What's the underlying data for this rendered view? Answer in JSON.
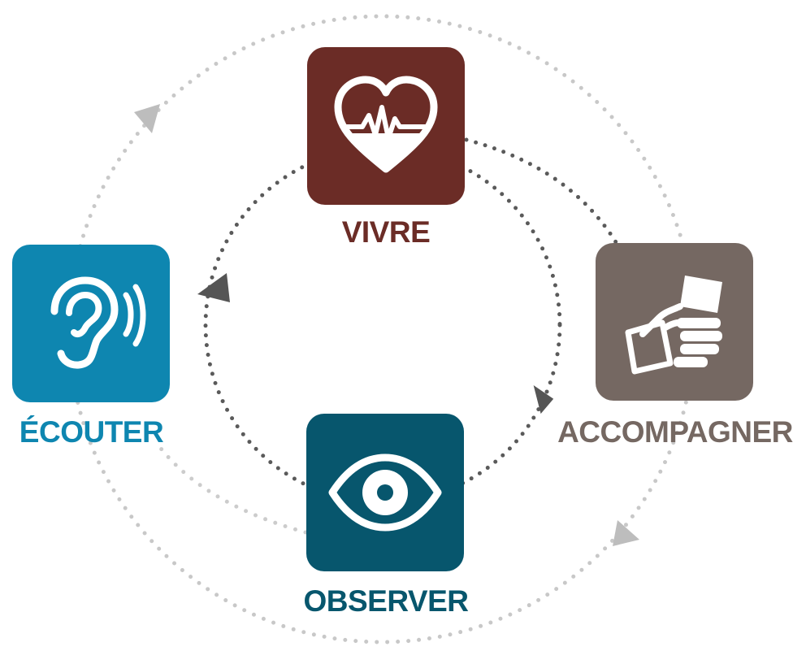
{
  "steps": {
    "vivre": {
      "label": "VIVRE",
      "color": "#6b2c26",
      "icon": "heart-pulse-icon"
    },
    "ecouter": {
      "label": "ÉCOUTER",
      "color": "#0e86b0",
      "icon": "ear-icon"
    },
    "accompagner": {
      "label": "ACCOMPAGNER",
      "color": "#756862",
      "icon": "handshake-icon"
    },
    "observer": {
      "label": "OBSERVER",
      "color": "#07566d",
      "icon": "eye-icon"
    }
  },
  "connectors": {
    "inner_color": "#555555",
    "outer_color": "#c4c4c4"
  }
}
